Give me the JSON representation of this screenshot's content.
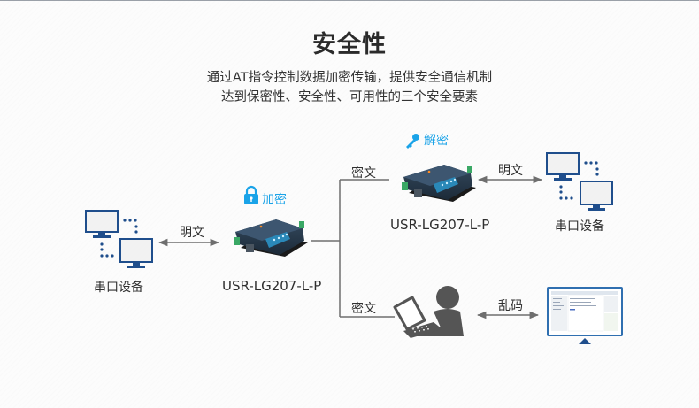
{
  "header": {
    "title": "安全性",
    "subtitle_line1": "通过AT指令控制数据加密传输，提供安全通信机制",
    "subtitle_line2": "达到保密性、安全性、可用性的三个安全要素"
  },
  "diagram": {
    "left_device": {
      "label": "串口设备",
      "icon": "serial-device-icon"
    },
    "left_link": {
      "label": "明文"
    },
    "gateway_encrypt": {
      "model": "USR-LG207-L-P",
      "badge": "加密",
      "badge_icon": "lock-icon"
    },
    "branch_top": {
      "label": "密文"
    },
    "gateway_decrypt": {
      "model": "USR-LG207-L-P",
      "badge": "解密",
      "badge_icon": "key-icon"
    },
    "right_top_link": {
      "label": "明文"
    },
    "right_top_device": {
      "label": "串口设备",
      "icon": "serial-device-icon"
    },
    "branch_bottom": {
      "label": "密文"
    },
    "attacker": {
      "icon": "person-laptop-icon"
    },
    "bottom_link": {
      "label": "乱码"
    },
    "garbled_screen": {
      "icon": "monitor-screen-icon"
    }
  },
  "colors": {
    "accent": "#1aa3e8",
    "device_blue": "#1f4e8c",
    "line_gray": "#6e6e6e",
    "person_gray": "#555555"
  }
}
